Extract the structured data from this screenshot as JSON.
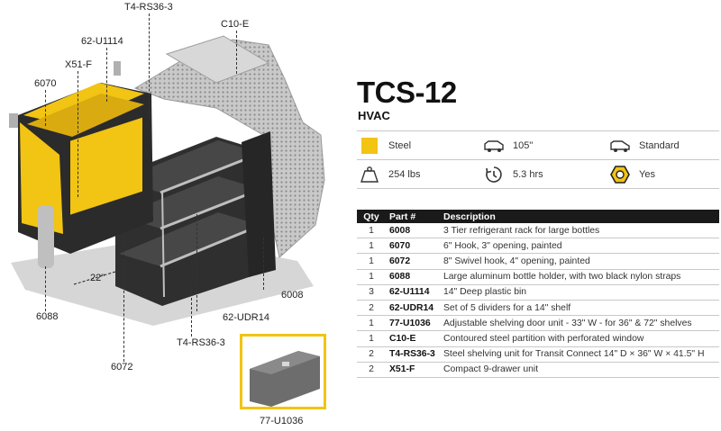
{
  "product": {
    "title": "TCS-12",
    "subtitle": "HVAC"
  },
  "specs": [
    {
      "icon": "steel-swatch-icon",
      "label": "Steel",
      "color": "#f2c413"
    },
    {
      "icon": "van-length-icon",
      "label": "105\""
    },
    {
      "icon": "van-roof-icon",
      "label": "Standard"
    },
    {
      "icon": "weight-icon",
      "label": "254 lbs"
    },
    {
      "icon": "install-time-icon",
      "label": "5.3 hrs"
    },
    {
      "icon": "hardware-nut-icon",
      "label": "Yes"
    }
  ],
  "table": {
    "headers": {
      "qty": "Qty",
      "part": "Part #",
      "desc": "Description"
    },
    "rows": [
      {
        "qty": "1",
        "part": "6008",
        "desc": "3 Tier refrigerant rack for large bottles"
      },
      {
        "qty": "1",
        "part": "6070",
        "desc": "6\" Hook, 3\" opening, painted"
      },
      {
        "qty": "1",
        "part": "6072",
        "desc": "8\" Swivel hook, 4\" opening, painted"
      },
      {
        "qty": "1",
        "part": "6088",
        "desc": "Large aluminum bottle holder, with two black nylon straps"
      },
      {
        "qty": "3",
        "part": "62-U1114",
        "desc": "14\" Deep plastic bin"
      },
      {
        "qty": "2",
        "part": "62-UDR14",
        "desc": "Set of 5 dividers for a 14\" shelf"
      },
      {
        "qty": "1",
        "part": "77-U1036",
        "desc": "Adjustable shelving door unit - 33\" W - for 36\" & 72\" shelves"
      },
      {
        "qty": "1",
        "part": "C10-E",
        "desc": "Contoured steel partition with perforated window"
      },
      {
        "qty": "2",
        "part": "T4-RS36-3",
        "desc": "Steel shelving unit for Transit Connect 14\" D × 36\" W × 41.5\" H"
      },
      {
        "qty": "2",
        "part": "X51-F",
        "desc": "Compact 9-drawer unit"
      }
    ]
  },
  "callouts": {
    "t4_top": "T4-RS36-3",
    "c10e": "C10-E",
    "u1114": "62-U1114",
    "x51f": "X51-F",
    "p6070": "6070",
    "dim22": "22\"",
    "p6008": "6008",
    "udr14": "62-UDR14",
    "t4_bottom": "T4-RS36-3",
    "p6088": "6088",
    "p6072": "6072",
    "u1036": "77-U1036"
  },
  "colors": {
    "accent": "#f2c413",
    "header_bg": "#1a1a1a",
    "steel": "#3a3a3a"
  }
}
